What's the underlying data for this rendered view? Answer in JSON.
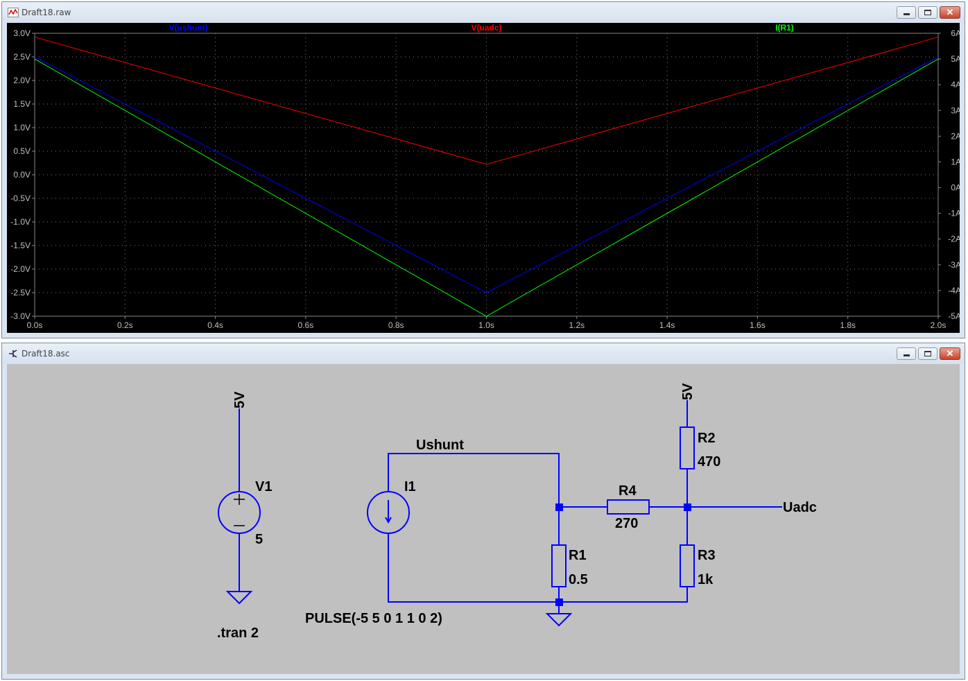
{
  "waveform_window": {
    "title": "Draft18.raw",
    "controls": {
      "minimize": "minimize-icon",
      "maximize": "maximize-icon",
      "close": "close-icon"
    }
  },
  "schematic_window": {
    "title": "Draft18.asc"
  },
  "chart_data": {
    "type": "line",
    "background": "#000000",
    "grid": true,
    "x": [
      0.0,
      1.0,
      2.0
    ],
    "xlim": [
      0.0,
      2.0
    ],
    "x_ticks": [
      "0.0s",
      "0.2s",
      "0.4s",
      "0.6s",
      "0.8s",
      "1.0s",
      "1.2s",
      "1.4s",
      "1.6s",
      "1.8s",
      "2.0s"
    ],
    "ylim_left": [
      -3.0,
      3.0
    ],
    "y_ticks_left": [
      "3.0V",
      "2.5V",
      "2.0V",
      "1.5V",
      "1.0V",
      "0.5V",
      "0.0V",
      "-0.5V",
      "-1.0V",
      "-1.5V",
      "-2.0V",
      "-2.5V",
      "-3.0V"
    ],
    "ylim_right": [
      -5,
      6
    ],
    "y_ticks_right": [
      "6A",
      "5A",
      "4A",
      "3A",
      "2A",
      "1A",
      "0A",
      "-1A",
      "-2A",
      "-3A",
      "-4A",
      "-5A"
    ],
    "series": [
      {
        "name": "V(ushunt)",
        "color": "#0000ff",
        "axis": "left",
        "values": [
          2.5,
          -2.5,
          2.5
        ]
      },
      {
        "name": "V(uadc)",
        "color": "#ff0000",
        "axis": "left",
        "values": [
          2.92,
          0.22,
          2.92
        ]
      },
      {
        "name": "I(R1)",
        "color": "#00ff00",
        "axis": "right",
        "values": [
          5,
          -5,
          5
        ]
      }
    ]
  },
  "schematic": {
    "wire_color": "#0000ff",
    "v1_supply_label": "5V",
    "v1_name": "V1",
    "v1_value": "5",
    "tran_directive": ".tran 2",
    "i1_name": "I1",
    "i1_value": "PULSE(-5 5 0 1 1 0 2)",
    "net_ushunt": "Ushunt",
    "r1_name": "R1",
    "r1_value": "0.5",
    "r4_name": "R4",
    "r4_value": "270",
    "r2_supply_label": "5V",
    "r2_name": "R2",
    "r2_value": "470",
    "r3_name": "R3",
    "r3_value": "1k",
    "net_uadc": "Uadc"
  }
}
